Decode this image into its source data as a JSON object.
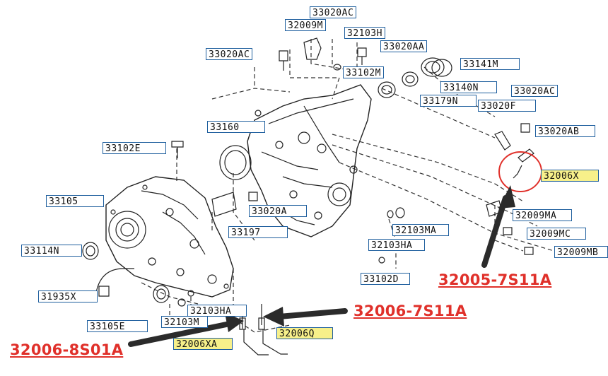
{
  "labels": {
    "l33020ac_top": "33020AC",
    "l32009m": "32009M",
    "l32103h": "32103H",
    "l33020ac_left": "33020AC",
    "l33020aa": "33020AA",
    "l33141m": "33141M",
    "l33102m": "33102M",
    "l33020ac_right": "33020AC",
    "l33140n": "33140N",
    "l33179n": "33179N",
    "l33020f": "33020F",
    "l33160": "33160",
    "l33020ab": "33020AB",
    "l33102e": "33102E",
    "l32006x": "32006X",
    "l33105": "33105",
    "l33020a": "33020A",
    "l32009ma": "32009MA",
    "l33197": "33197",
    "l32103ma": "32103MA",
    "l32009mc": "32009MC",
    "l33114n": "33114N",
    "l32103ha_mid": "32103HA",
    "l32009mb": "32009MB",
    "l31935x": "31935X",
    "l33102d": "33102D",
    "l32103ha_low": "32103HA",
    "l33105e": "33105E",
    "l32103m": "32103M",
    "l32006q": "32006Q",
    "l32006xa": "32006XA"
  },
  "annotations": {
    "a_32005": "32005-7S11A",
    "a_32006_7s11a": "32006-7S11A",
    "a_32006_8s01a": "32006-8S01A"
  },
  "colors": {
    "label_border": "#1f5f9e",
    "highlight": "#f7f08a",
    "annotation": "#e0302a",
    "arrow": "#2b2b2b"
  }
}
